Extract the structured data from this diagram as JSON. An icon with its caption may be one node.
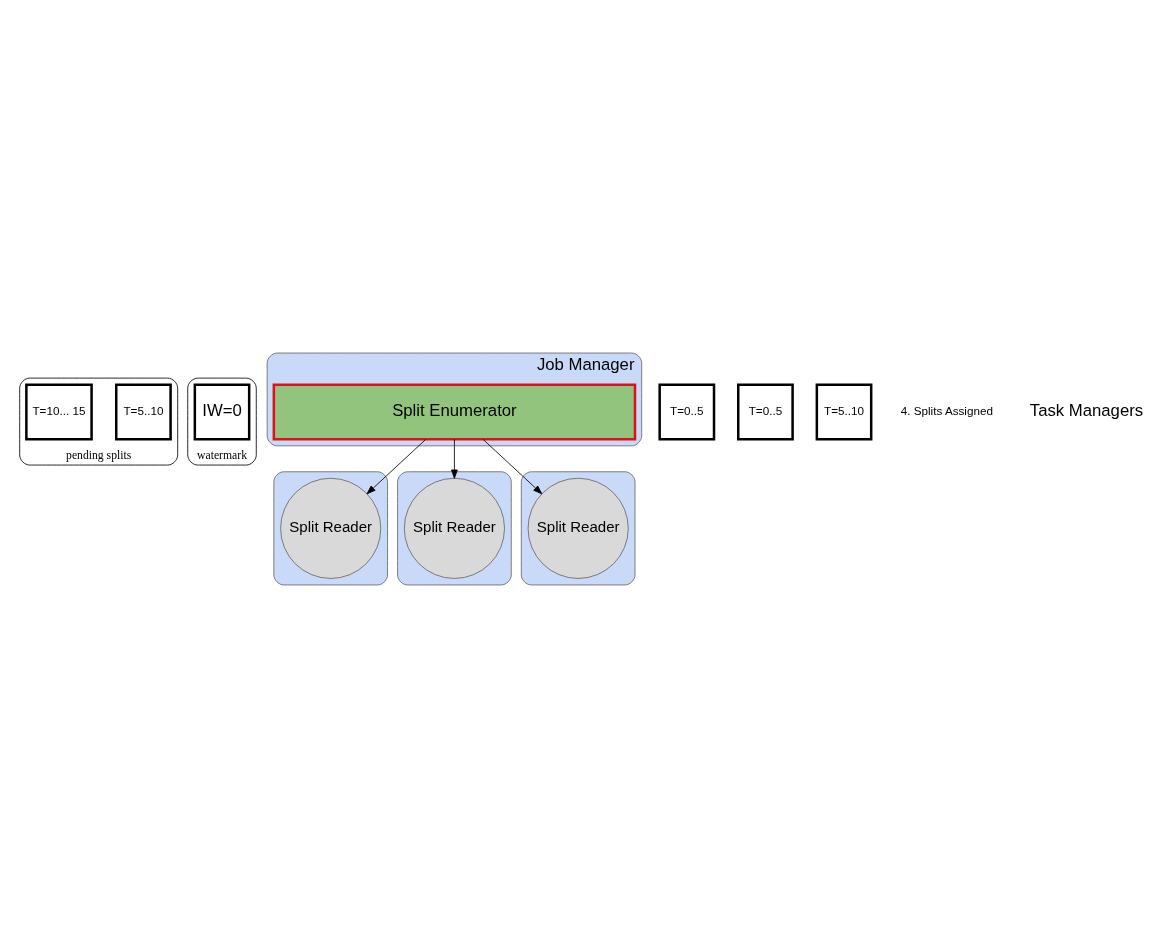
{
  "diagram": {
    "nodes": [
      {
        "text": [
          "pending splits"
        ]
      },
      {
        "text": [
          "T=5..10"
        ],
        "in": 0
      },
      {
        "text": [
          "T=10... 15"
        ],
        "in": 0
      },
      {
        "text": [
          "watermark"
        ]
      },
      {
        "text": [
          "IW=0"
        ],
        "in": 3
      },
      {
        "text": [
          "Job Manager"
        ]
      },
      {
        "text": [
          "Split Enumerator"
        ],
        "in": 5
      },
      {
        "text": [
          "T=0..5"
        ]
      },
      {
        "text": [
          "T=0..5"
        ]
      },
      {
        "text": [
          "T=5..10"
        ]
      },
      {
        "text": [],
        "shape": "box"
      },
      {
        "text": [
          "Split Reader"
        ],
        "in": 10
      },
      {
        "text": [],
        "shape": "box"
      },
      {
        "text": [
          "Split Reader"
        ],
        "in": 12
      },
      {
        "text": [],
        "shape": "box"
      },
      {
        "text": [
          "Split Reader"
        ],
        "in": 14
      }
    ],
    "edges": [
      {
        "from": 6,
        "to": 11,
        "arrow": "to"
      },
      {
        "from": 6,
        "to": 13,
        "arrow": "to"
      },
      {
        "from": 6,
        "to": 15,
        "arrow": "to"
      }
    ],
    "labels": [
      "4. Splits Assigned",
      "Task Managers"
    ]
  }
}
